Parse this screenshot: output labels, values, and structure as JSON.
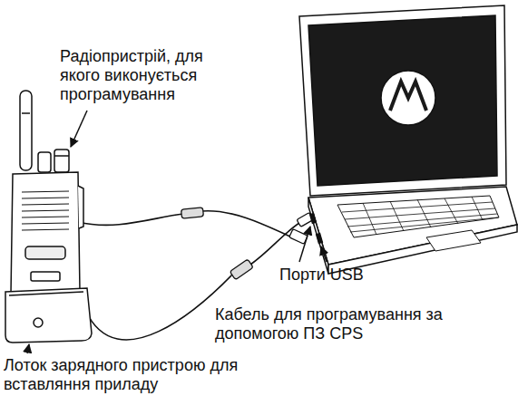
{
  "diagram": {
    "labels": [
      "Радіопристрій, для якого виконується програмування",
      "Порти USB",
      "Кабель для програмування за допомогою ПЗ CPS",
      "Лоток зарядного пристрою для вставляння приладу"
    ]
  }
}
